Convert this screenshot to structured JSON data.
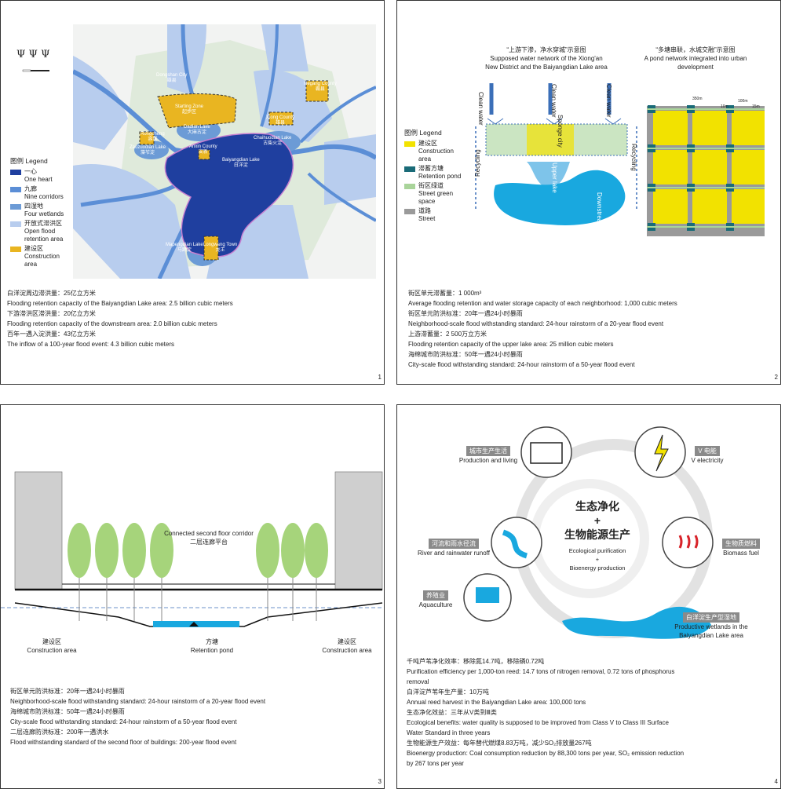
{
  "panel1": {
    "page_number": "1",
    "legend": {
      "title": "图例 Legend",
      "items": [
        {
          "zh": "一心",
          "en": "One heart",
          "color": "#1f3f9f"
        },
        {
          "zh": "九廊",
          "en": "Nine corridors",
          "color": "#5b8ed6"
        },
        {
          "zh": "四湿地",
          "en": "Four wetlands",
          "color": "#6c9bd6"
        },
        {
          "zh": "开放式滞洪区",
          "en": "Open flood retention area",
          "color": "#b8cdee"
        },
        {
          "zh": "建设区",
          "en": "Construction area",
          "color": "#e9b521"
        }
      ]
    },
    "map_labels": {
      "baoding": "Dongshan City",
      "baoding_zh": "雄县",
      "starting": "Starting Zone",
      "starting_zh": "起步区",
      "dadian": "Dadian Lake",
      "dadian_zh": "大麻古淀",
      "rongcheng": "Rongcheng",
      "rongcheng_zh": "容城",
      "anxin": "Anxin County",
      "anxin_zh": "安新",
      "zaozuodian": "Zaozuodian Lake",
      "zaozuodian_zh": "藻苲淀",
      "baiyangdian": "Baiyangdian Lake",
      "baiyangdian_zh": "白洋淀",
      "chaihuodian": "Chaihuodian Lake",
      "chaihuodian_zh": "古柴火淀",
      "xiong": "Xiong County",
      "xiong_zh": "雄县",
      "hegang": "Hegang County",
      "hegang_zh": "霸县",
      "mapengdian": "Mapengdian Lake",
      "mapengdian_zh": "马蹄淀",
      "longwang": "Longwang Town",
      "longwang_zh": "龙王"
    },
    "caption": [
      "白洋淀周边滞洪量：25亿立方米",
      "Flooding retention capacity of the Baiyangdian Lake area: 2.5 billion cubic meters",
      "下游滞洪区滞洪量：20亿立方米",
      "Flooding retention capacity of the downstream area: 2.0 billion cubic meters",
      "百年一遇入淀洪量：43亿立方米",
      "The inflow of a 100-year flood event: 4.3 billion cubic meters"
    ]
  },
  "panel2": {
    "page_number": "2",
    "title_left": [
      "“上游下渗，净水穿城”示意图",
      "Supposed water network of the Xiong'an",
      "New District and the Baiyangdian Lake area"
    ],
    "title_right": [
      "“多塘串联，水城交融”示意图",
      "A pond network integrated into urban",
      "development"
    ],
    "legend": {
      "title": "图例 Legend",
      "items": [
        {
          "zh": "建设区",
          "en": "Construction area",
          "color": "#f2e200"
        },
        {
          "zh": "滞蓄方塘",
          "en": "Retention pond",
          "color": "#1a6b78"
        },
        {
          "zh": "街区绿道",
          "en": "Street green space",
          "color": "#a9d49a"
        },
        {
          "zh": "道路",
          "en": "Street",
          "color": "#9a9a9a"
        }
      ]
    },
    "diagram_labels": {
      "clean_water": "Clean water",
      "sponge_city": "Sponge city",
      "recycling": "Recycling",
      "upper_lake": "Upper lake",
      "downstream_lake": "Downstream lake",
      "grid_top": "350m",
      "grid_mid": "100m",
      "grid_left": "10m",
      "grid_right": "15m"
    },
    "caption": [
      "街区单元滞蓄量：1 000m³",
      "Average flooding retention and water storage capacity of each neighborhood: 1,000 cubic meters",
      "街区单元防洪标准：20年一遇24小时暴雨",
      "Neighborhood-scale flood withstanding standard: 24-hour rainstorm of a 20-year flood event",
      "上游滞蓄量：2 500万立方米",
      "Flooding retention capacity of the upper lake area: 25 million cubic meters",
      "海绵城市防洪标准：50年一遇24小时暴雨",
      "City-scale flood withstanding standard: 24-hour rainstorm of a 50-year flood event"
    ]
  },
  "panel3": {
    "page_number": "3",
    "corridor_en": "Connected second floor corridor",
    "corridor_zh": "二层连廊平台",
    "left_zh": "建设区",
    "left_en": "Construction area",
    "mid_zh": "方塘",
    "mid_en": "Retention pond",
    "right_zh": "建设区",
    "right_en": "Construction area",
    "caption": [
      "街区单元防洪标准：20年一遇24小时暴雨",
      "Neighborhood-scale flood withstanding standard: 24-hour rainstorm of a 20-year flood event",
      "海绵城市防洪标准：50年一遇24小时暴雨",
      "City-scale flood withstanding standard: 24-hour rainstorm of a 50-year flood event",
      "二层连廊防洪标准：200年一遇洪水",
      "Flood withstanding standard of the second floor of buildings: 200-year flood event"
    ]
  },
  "panel4": {
    "page_number": "4",
    "center_zh_1": "生态净化",
    "center_plus": "+",
    "center_zh_2": "生物能源生产",
    "center_en_1": "Ecological purification",
    "center_en_2": "Bioenergy production",
    "nodes": {
      "city_zh": "城市生产生活",
      "city_en": "Production and living",
      "elec_zh": "V 电能",
      "elec_en": "V electricity",
      "river_zh": "河流和雨水径流",
      "river_en": "River and rainwater runoff",
      "bio_zh": "生物质燃料",
      "bio_en": "Biomass fuel",
      "aqua_zh": "养殖业",
      "aqua_en": "Aquaculture",
      "wet_zh": "白洋淀生产型湿地",
      "wet_en_1": "Productive wetlands in the",
      "wet_en_2": "Baiyangdian Lake area"
    },
    "caption": [
      "千吨芦苇净化效率：移除氮14.7吨，移除磷0.72吨",
      "Purification efficiency per 1,000-ton reed: 14.7 tons of nitrogen removal, 0.72 tons of phosphorus",
      "removal",
      "白洋淀芦苇年生产量：10万吨",
      "Annual reed harvest in the Baiyangdian Lake area: 100,000 tons",
      "生态净化效益：三年从V类到Ⅲ类",
      "Ecological benefits: water quality is supposed to be improved from Class V to Class III Surface",
      "Water Standard in three years",
      "生物能源生产效益：每年替代燃煤8.83万吨，减少SO₂排放量267吨",
      "Bioenergy production: Coal consumption reduction by 88,300 tons per year, SO₂ emission reduction",
      "by 267 tons per year"
    ]
  }
}
